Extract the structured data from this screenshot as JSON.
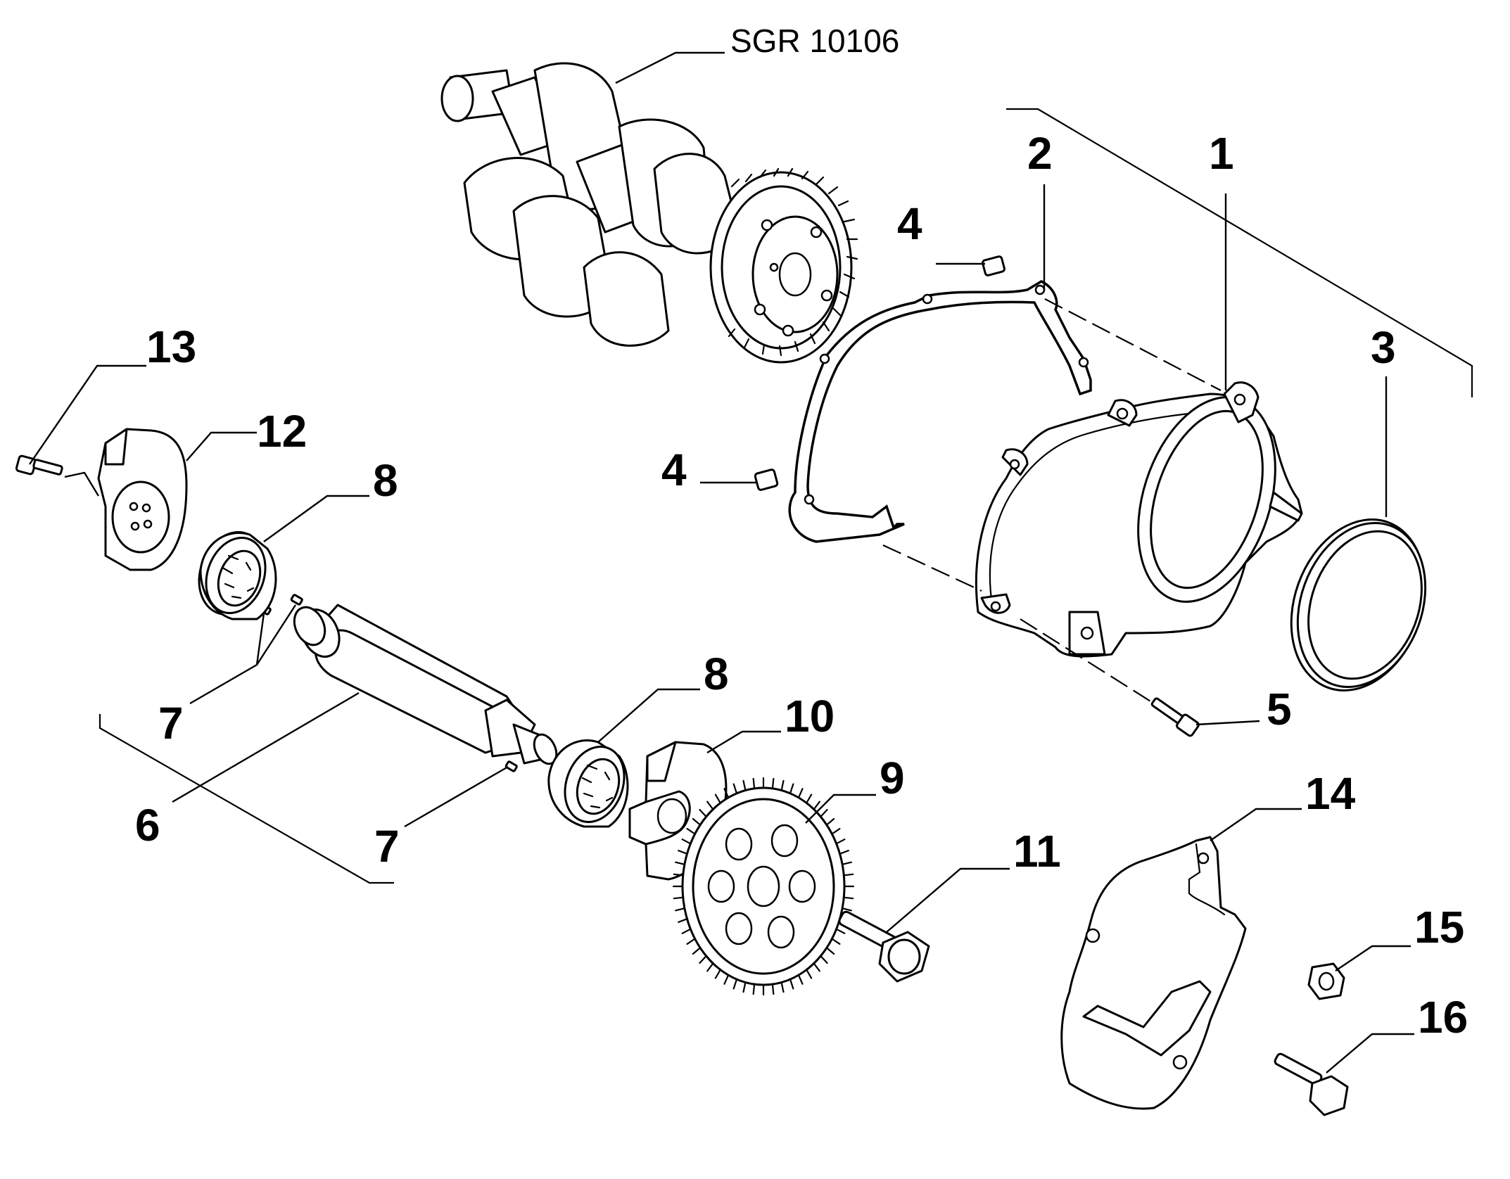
{
  "reference": "SGR 10106",
  "callouts": {
    "c1": "1",
    "c2": "2",
    "c3": "3",
    "c4a": "4",
    "c4b": "4",
    "c5": "5",
    "c6": "6",
    "c7a": "7",
    "c7b": "7",
    "c8a": "8",
    "c8b": "8",
    "c9": "9",
    "c10": "10",
    "c11": "11",
    "c12": "12",
    "c13": "13",
    "c14": "14",
    "c15": "15",
    "c16": "16"
  }
}
